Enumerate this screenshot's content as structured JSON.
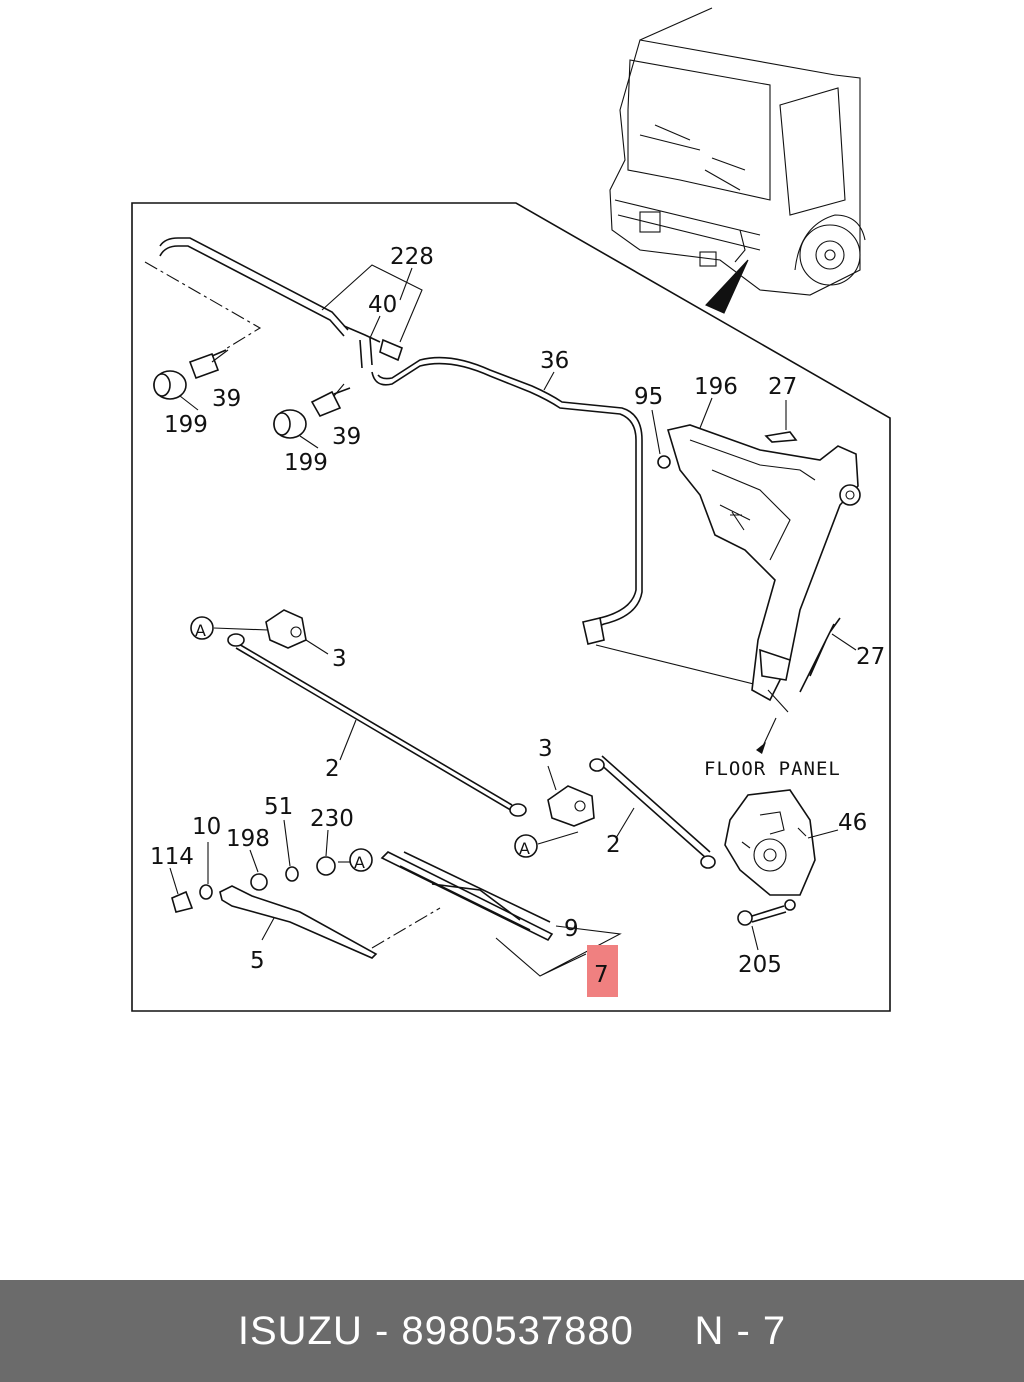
{
  "callouts": {
    "c228": "228",
    "c40": "40",
    "c39a": "39",
    "c39b": "39",
    "c199a": "199",
    "c199b": "199",
    "c36": "36",
    "c95": "95",
    "c196": "196",
    "c27a": "27",
    "c27b": "27",
    "c3a": "3",
    "c3b": "3",
    "c2a": "2",
    "c2b": "2",
    "c46": "46",
    "c10": "10",
    "c198": "198",
    "c51": "51",
    "c230": "230",
    "c114": "114",
    "c5": "5",
    "c9": "9",
    "c7": "7",
    "c205": "205"
  },
  "markers": {
    "a1": "A",
    "a2": "A",
    "a3": "A"
  },
  "floor_panel": "FLOOR PANEL",
  "highlight_color": "#f08080",
  "footer": {
    "brand": "ISUZU",
    "separator": " - ",
    "part_number": "8980537880",
    "page_ref": "N - 7"
  }
}
